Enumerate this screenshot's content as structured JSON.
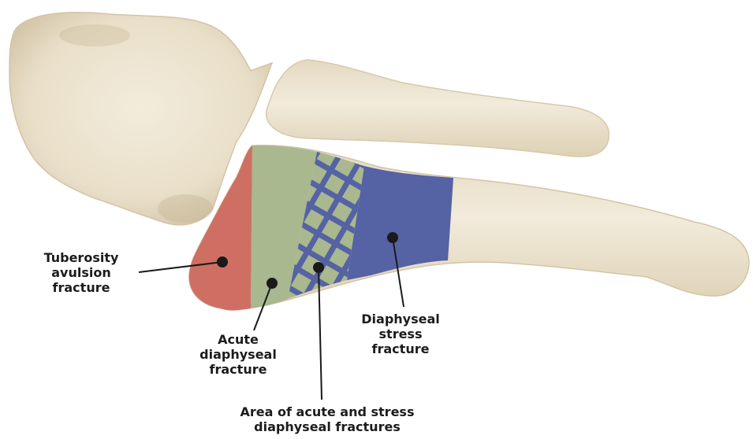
{
  "labels": {
    "tuberosity": [
      "Tuberosity",
      "avulsion",
      "fracture"
    ],
    "acute": [
      "Acute",
      "diaphyseal",
      "fracture"
    ],
    "stress": [
      "Diaphyseal",
      "stress",
      "fracture"
    ],
    "area": [
      "Area of acute and stress",
      "diaphyseal fractures"
    ]
  },
  "colors": {
    "bone": "#ede5d2",
    "bone_shadow": "#c8b89a",
    "tuberosity_zone": "#cf6f63",
    "acute_zone": "#a9b88e",
    "stress_zone": "#5562a3",
    "leader": "#1a1a1a"
  }
}
